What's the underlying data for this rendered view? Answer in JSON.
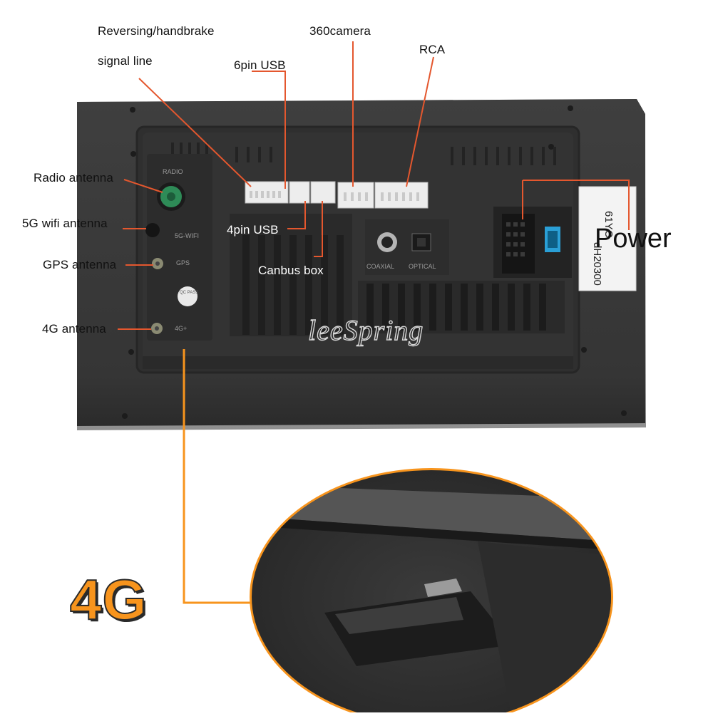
{
  "labels": {
    "reversing_line1": "Reversing/handbrake",
    "reversing_line2": "signal line",
    "six_pin_usb": "6pin USB",
    "camera_360": "360camera",
    "rca": "RCA",
    "radio_antenna": "Radio antenna",
    "wifi_5g_antenna": "5G wifi antenna",
    "gps_antenna": "GPS antenna",
    "four_g_antenna": "4G antenna",
    "four_pin_usb": "4pin USB",
    "canbus_box": "Canbus box",
    "power": "Power",
    "big_4g": "4G"
  },
  "panel_print": {
    "radio": "RADIO",
    "wifi": "5G-WIFI",
    "gps": "GPS",
    "lte": "4G+",
    "coaxial": "COAXIAL",
    "optical": "OPTICAL",
    "qc": "QC PASS"
  },
  "sticker": {
    "line1": "61YC",
    "line2": "dH20300"
  },
  "watermark": "leeSpring",
  "colors": {
    "annotation_line": "#e4572e",
    "accent_orange": "#f7941d",
    "device_body": "#3a3a3a",
    "radio_port": "#2e8b57"
  }
}
